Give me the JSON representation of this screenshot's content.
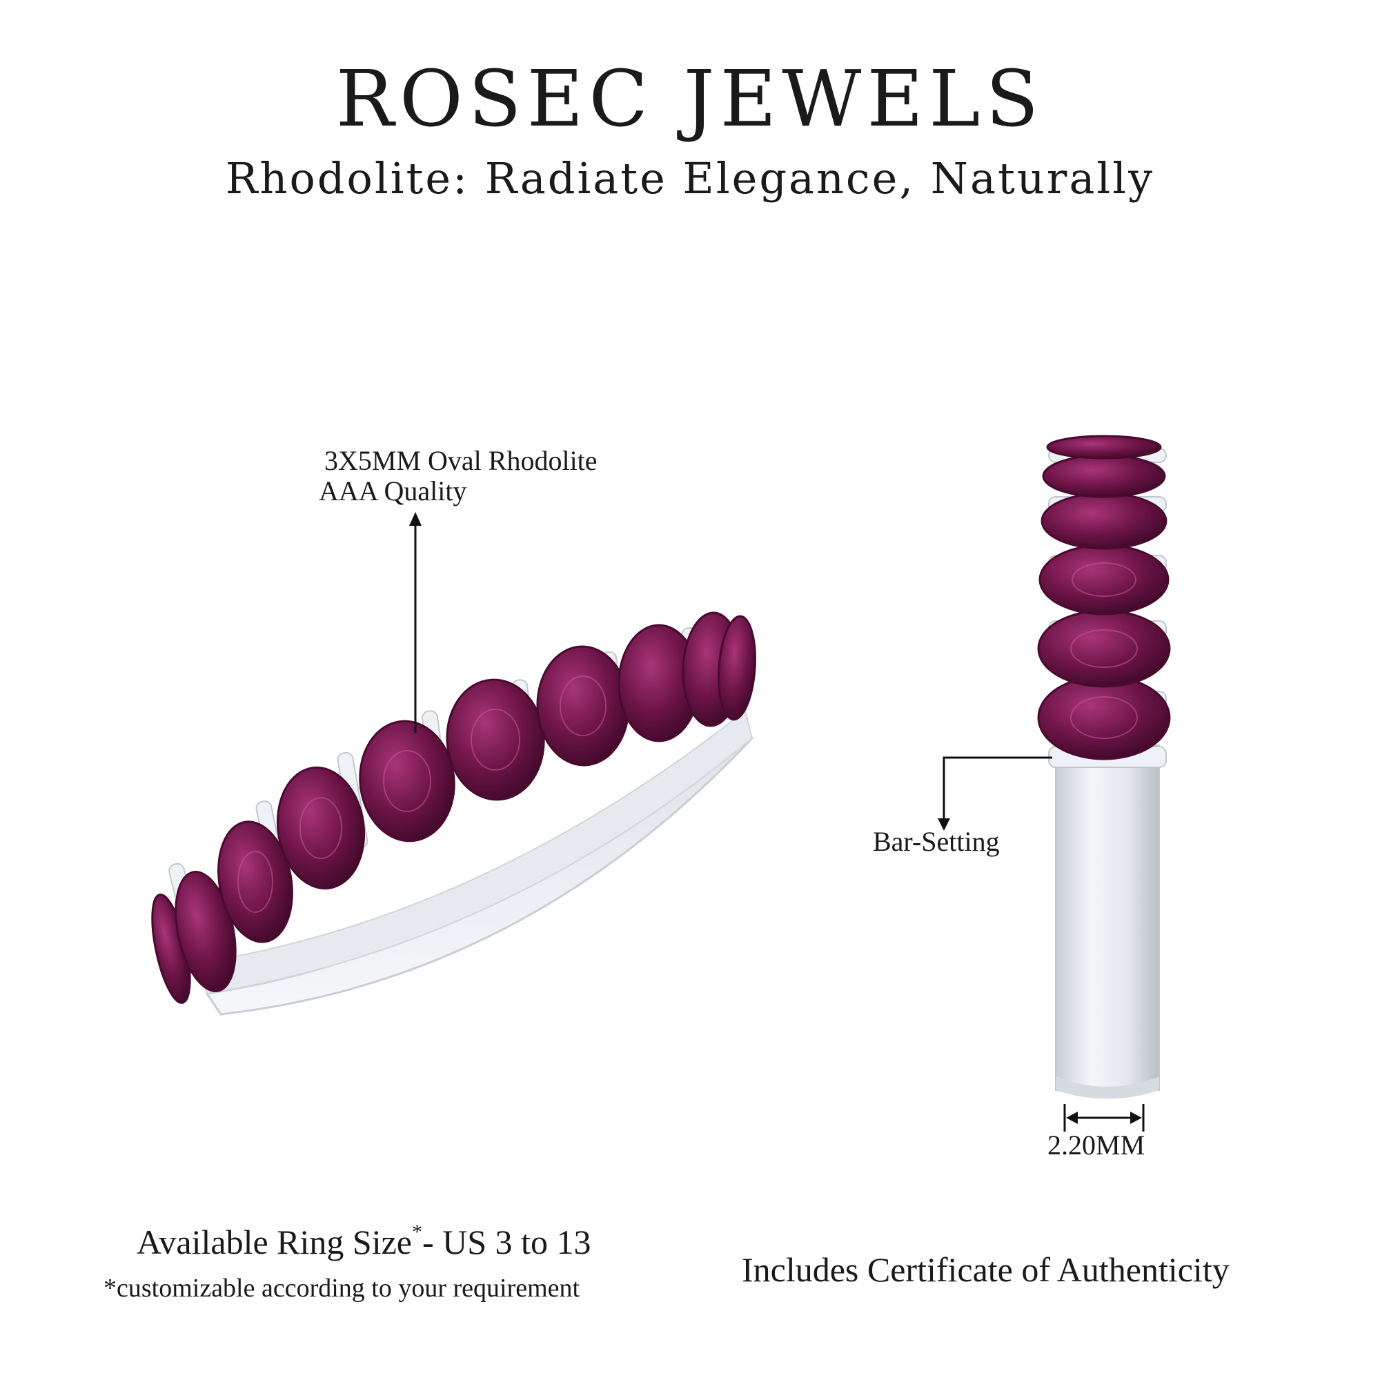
{
  "brand": {
    "name": "ROSEC JEWELS"
  },
  "tagline": "Rhodolite: Radiate Elegance, Naturally",
  "callouts": {
    "stone_line1": "3X5MM Oval Rhodolite",
    "stone_line2": "AAA Quality",
    "setting": "Bar-Setting",
    "width": "2.20MM"
  },
  "footer": {
    "ring_size_prefix": "Available Ring Size",
    "ring_size_asterisk": "*",
    "ring_size_suffix": "- US 3 to 13",
    "customizable_note": "*customizable according to your requirement",
    "certificate": "Includes Certificate of Authenticity"
  },
  "colors": {
    "gem": "#6b1346",
    "gem_light": "#9a2a6a",
    "metal": "#e9edf2",
    "metal_shadow": "#c7cdd5",
    "text": "#1a1a1a"
  }
}
